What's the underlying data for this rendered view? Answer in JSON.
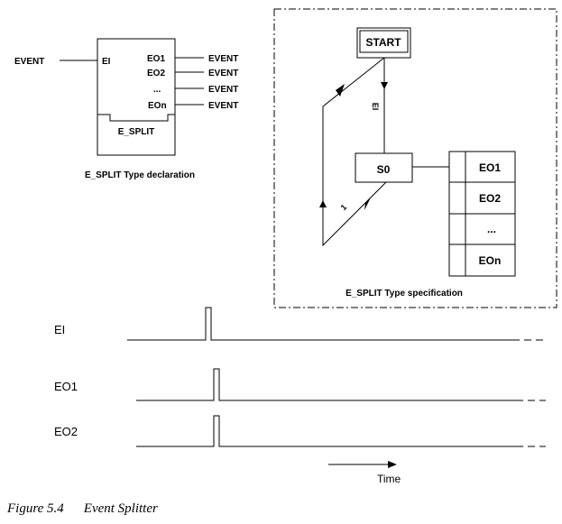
{
  "type_declaration": {
    "input_event_type": "EVENT",
    "input_port": "EI",
    "outputs": [
      {
        "port": "EO1",
        "type": "EVENT"
      },
      {
        "port": "EO2",
        "type": "EVENT"
      },
      {
        "port": "...",
        "type": "EVENT"
      },
      {
        "port": "EOn",
        "type": "EVENT"
      }
    ],
    "block_name": "E_SPLIT",
    "caption": "E_SPLIT Type declaration"
  },
  "type_specification": {
    "start_state": "START",
    "state": "S0",
    "transition_to_s0": "EI",
    "transition_back": "1",
    "action_outputs": [
      "EO1",
      "EO2",
      "...",
      "EOn"
    ],
    "caption": "E_SPLIT Type specification"
  },
  "timing": {
    "signals": [
      "EI",
      "EO1",
      "EO2"
    ],
    "time_label": "Time"
  },
  "figure": {
    "number": "Figure 5.4",
    "title": "Event Splitter"
  }
}
